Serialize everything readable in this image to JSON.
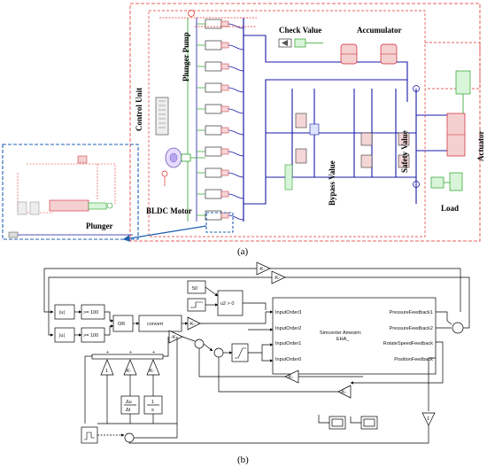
{
  "panel_a": {
    "caption": "(a)",
    "labels": {
      "control_unit": "Control Unit",
      "plunger_pump": "Plunger Pump",
      "check_value": "Check Value",
      "accumulator": "Accumulator",
      "bypass_value": "Bypass Value",
      "safety_value": "Safety Value",
      "actuator": "Actuator",
      "bldc_motor": "BLDC Motor",
      "load": "Load",
      "plunger": "Plunger"
    },
    "colors": {
      "hydraulic": "#1a1aa8",
      "signal": "#e0302a",
      "mechanical": "#2aa02a",
      "highlight": "#1f5fb0"
    }
  },
  "panel_b": {
    "caption": "(b)",
    "blocks": {
      "const_50": "50",
      "abs1": "|u|",
      "abs2": "|u|",
      "cmp1": ">= 100",
      "cmp2": ">= 100",
      "or": "OR",
      "convert": "convert",
      "switch_cond": "u2 > 0",
      "gain_k": "-K-",
      "gain_1": "1",
      "sum_sign": "+",
      "deriv_num": "Δu",
      "deriv_den": "Δt",
      "int_num": "1",
      "int_den": "s"
    },
    "amesim": {
      "title1": "Simcenter Amesim:",
      "title2": "EHA_",
      "inputs": [
        "InputOrder3",
        "InputOrder2",
        "InputOrder1",
        "InputOrder0"
      ],
      "outputs": [
        "PressureFeedback1",
        "PressureFeedback2",
        "RotateSpeedFeedback",
        "PositionFeedback"
      ]
    }
  }
}
